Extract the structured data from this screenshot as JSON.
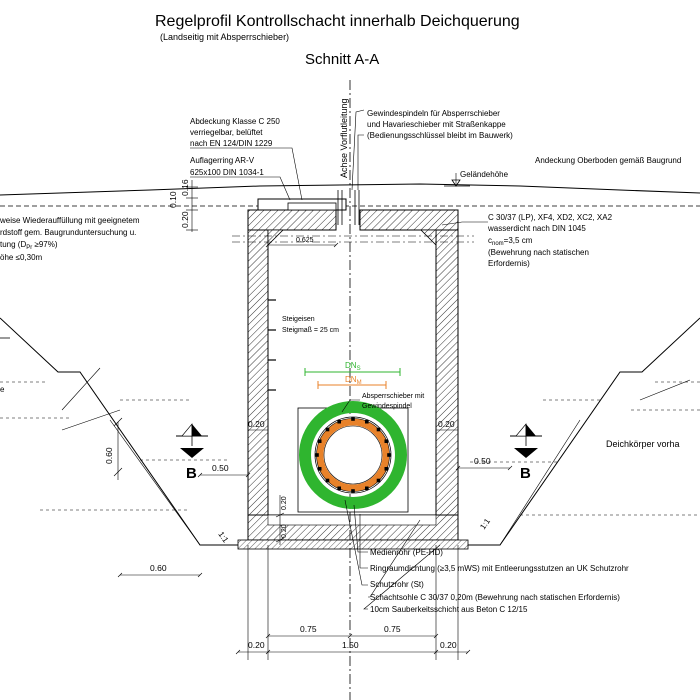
{
  "title": "Regelprofil Kontrollschacht innerhalb Deichquerung",
  "subtitle": "(Landseitig mit Absperrschieber)",
  "section_title": "Schnitt A-A",
  "axis_label": "Achse Vorflutleitung",
  "labels": {
    "cover_1": "Abdeckung Klasse C 250",
    "cover_2": "verriegelbar, belüftet",
    "cover_3": "nach EN 124/DIN 1229",
    "ring_1": "Auflagerring AR-V",
    "ring_2": "625x100 DIN 1034-1",
    "spindle_1": "Gewindespindeln für Absperrschieber",
    "spindle_2": "und Havarieschieber mit Straßenkappe",
    "spindle_3": "(Bedienungsschlüssel bleibt im Bauwerk)",
    "topsoil": "Andeckung Oberboden gemäß Baugrund",
    "ground_level": "Geländehöhe",
    "backfill_1": "weise Wiederauffüllung mit geeignetem",
    "backfill_2": "rdstoff gem. Baugrunduntersuchung u.",
    "backfill_3": "tung (D",
    "backfill_3_sub": "Pr",
    "backfill_3_end": " ≥97%)",
    "backfill_4": "öhe ≤0,30m",
    "concrete_1": "C 30/37 (LP), XF4, XD2, XC2, XA2",
    "concrete_2": "wasserdicht nach DIN 1045",
    "concrete_3": "c",
    "concrete_3_sub": "nom",
    "concrete_3_end": "=3,5 cm",
    "concrete_4": "(Bewehrung nach statischen",
    "concrete_5": "Erfordernis)",
    "steps_1": "Steigeisen",
    "steps_2": "Steigmaß = 25 cm",
    "dn_s": "DN",
    "dn_s_sub": "S",
    "dn_m": "DN",
    "dn_m_sub": "M",
    "valve_1": "Absperrschieber mit",
    "valve_2": "Gewindespindel",
    "dike_body": "Deichkörper vorha",
    "left_edge": "e",
    "section_b": "B",
    "slope": "1:1",
    "leg_medium": "Medienrohr (PE-HD)",
    "leg_seal": "Ringraumdichtung (≥3,5 mWS) mit Entleerungsstutzen an UK Schutzrohr",
    "leg_protect": "Schutzrohr (St)",
    "leg_base": "Schachtsohle C 30/37  0,20m (Bewehrung nach statischen Erfordernis)",
    "leg_blinding": "10cm Sauberkeitsschicht aus Beton C 12/15"
  },
  "dimensions": {
    "d_016": "0.16",
    "d_010": "0.10",
    "d_020_top": "0.20",
    "d_0625": "0.625",
    "d_020_wall_l": "0.20",
    "d_020_wall_r": "0.20",
    "d_050_l": "0.50",
    "d_050_r": "0.50",
    "d_060_v": "0.60",
    "d_060_h": "0.60",
    "d_020_base": "0.20",
    "d_020_base2": "0.20",
    "d_075_l": "0.75",
    "d_075_r": "0.75",
    "d_020_bl": "0.20",
    "d_150": "1.50",
    "d_020_br": "0.20"
  },
  "colors": {
    "protect_pipe": "#2fb52f",
    "medium_pipe": "#e8822a",
    "dn_s": "#2fb52f",
    "dn_m": "#e8822a",
    "line": "#000000"
  }
}
